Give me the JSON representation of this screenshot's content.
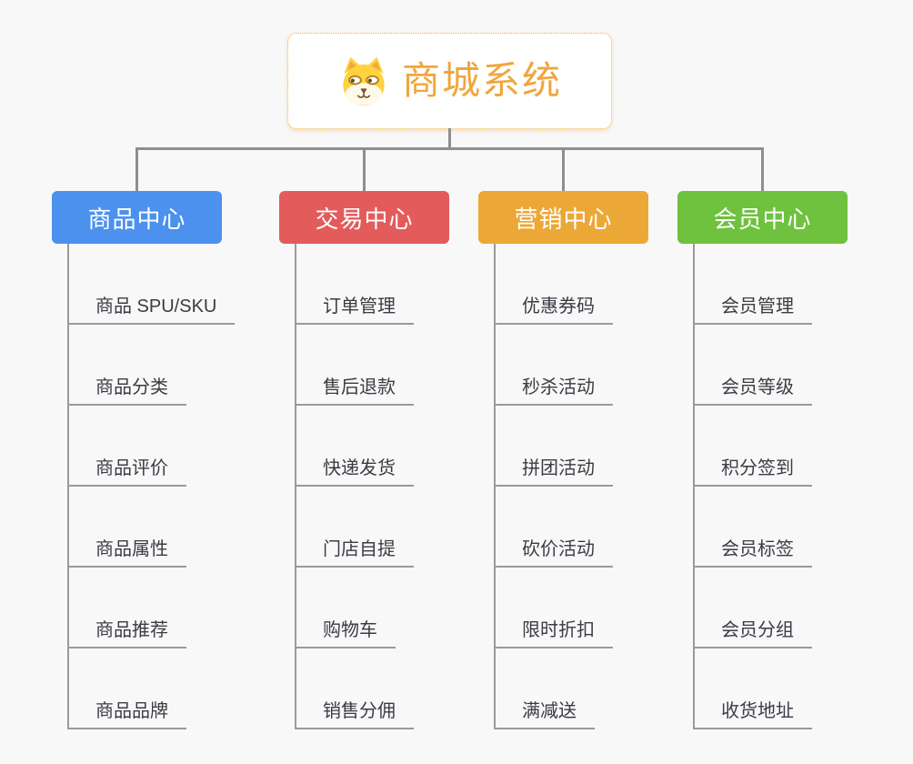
{
  "page": {
    "background": "#f8f8f8"
  },
  "palette": {
    "root_accent": "#f0a63e",
    "connector_gray": "#8e8e8e",
    "leaf_line_gray": "#9a9a9a",
    "leaf_text": "#3b3b44"
  },
  "root": {
    "title": "商城系统",
    "icon": "shiba-dog-icon"
  },
  "branches": [
    {
      "label": "商品中心",
      "color": "#4b91ed",
      "items": [
        "商品 SPU/SKU",
        "商品分类",
        "商品评价",
        "商品属性",
        "商品推荐",
        "商品品牌"
      ]
    },
    {
      "label": "交易中心",
      "color": "#e35b5b",
      "items": [
        "订单管理",
        "售后退款",
        "快递发货",
        "门店自提",
        "购物车",
        "销售分佣"
      ]
    },
    {
      "label": "营销中心",
      "color": "#eca836",
      "items": [
        "优惠券码",
        "秒杀活动",
        "拼团活动",
        "砍价活动",
        "限时折扣",
        "满减送"
      ]
    },
    {
      "label": "会员中心",
      "color": "#6ec23e",
      "items": [
        "会员管理",
        "会员等级",
        "积分签到",
        "会员标签",
        "会员分组",
        "收货地址"
      ]
    }
  ]
}
